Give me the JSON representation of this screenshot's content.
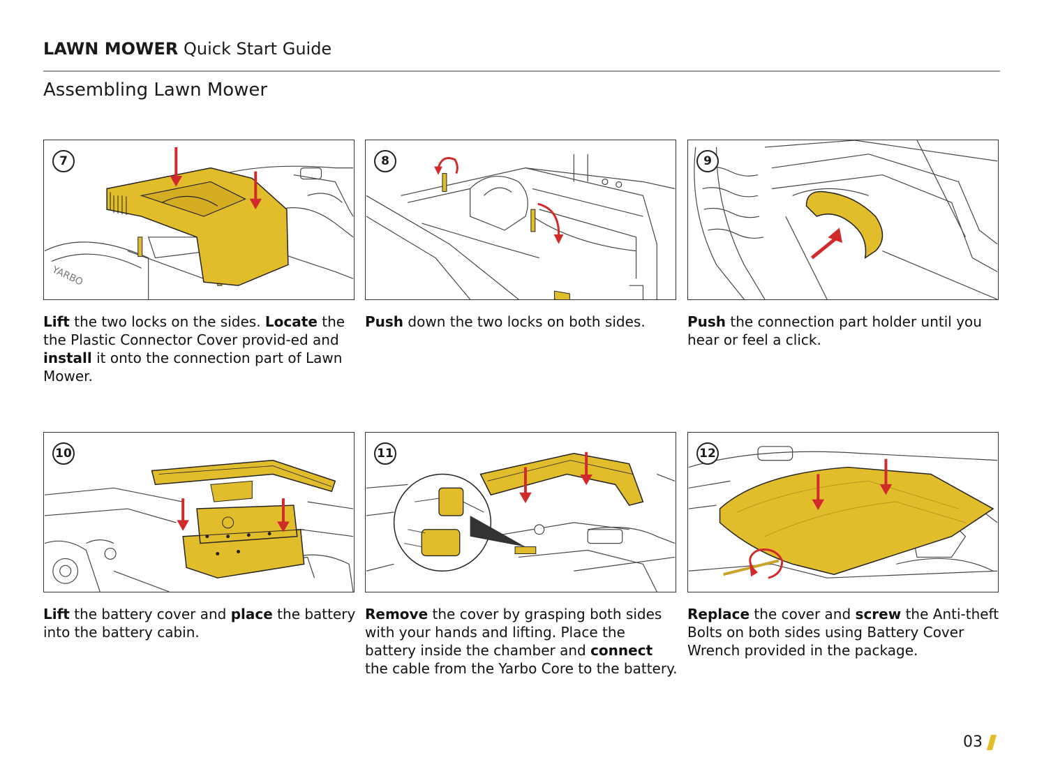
{
  "header": {
    "bold": "LAWN MOWER",
    "rest": " Quick Start Guide"
  },
  "section_title": "Assembling Lawn Mower",
  "steps": [
    {
      "num": "7",
      "illustration": "plastic-connector-cover-illustration",
      "caption": [
        {
          "b": "Lift"
        },
        {
          "t": " the two locks on the sides. "
        },
        {
          "b": "Locate"
        },
        {
          "t": " the the Plastic Connector Cover provid-ed and "
        },
        {
          "b": "install"
        },
        {
          "t": " it onto the connection part of Lawn Mower."
        }
      ]
    },
    {
      "num": "8",
      "illustration": "push-locks-illustration",
      "caption": [
        {
          "b": "Push"
        },
        {
          "t": " down the two locks on both sides."
        }
      ]
    },
    {
      "num": "9",
      "illustration": "connection-holder-illustration",
      "caption": [
        {
          "b": "Push"
        },
        {
          "t": " the connection part holder until you hear or feel a click."
        }
      ]
    },
    {
      "num": "10",
      "illustration": "battery-placement-illustration",
      "caption": [
        {
          "b": "Lift"
        },
        {
          "t": " the battery cover and "
        },
        {
          "b": "place"
        },
        {
          "t": " the battery into the battery cabin."
        }
      ]
    },
    {
      "num": "11",
      "illustration": "battery-cable-illustration",
      "caption": [
        {
          "b": "Remove"
        },
        {
          "t": " the cover by grasping both sides with your hands and lifting. Place the battery inside the chamber and "
        },
        {
          "b": "connect"
        },
        {
          "t": " the cable from the Yarbo Core to the battery."
        }
      ]
    },
    {
      "num": "12",
      "illustration": "cover-screw-illustration",
      "caption": [
        {
          "b": "Replace"
        },
        {
          "t": " the cover and "
        },
        {
          "b": "screw"
        },
        {
          "t": " the Anti-theft Bolts on both sides using Battery Cover Wrench provided in the package."
        }
      ]
    }
  ],
  "page_number": "03",
  "colors": {
    "accent_yellow": "#e2bd2b",
    "arrow_red": "#d12a2a",
    "rule_gray": "#9a9a9a"
  }
}
